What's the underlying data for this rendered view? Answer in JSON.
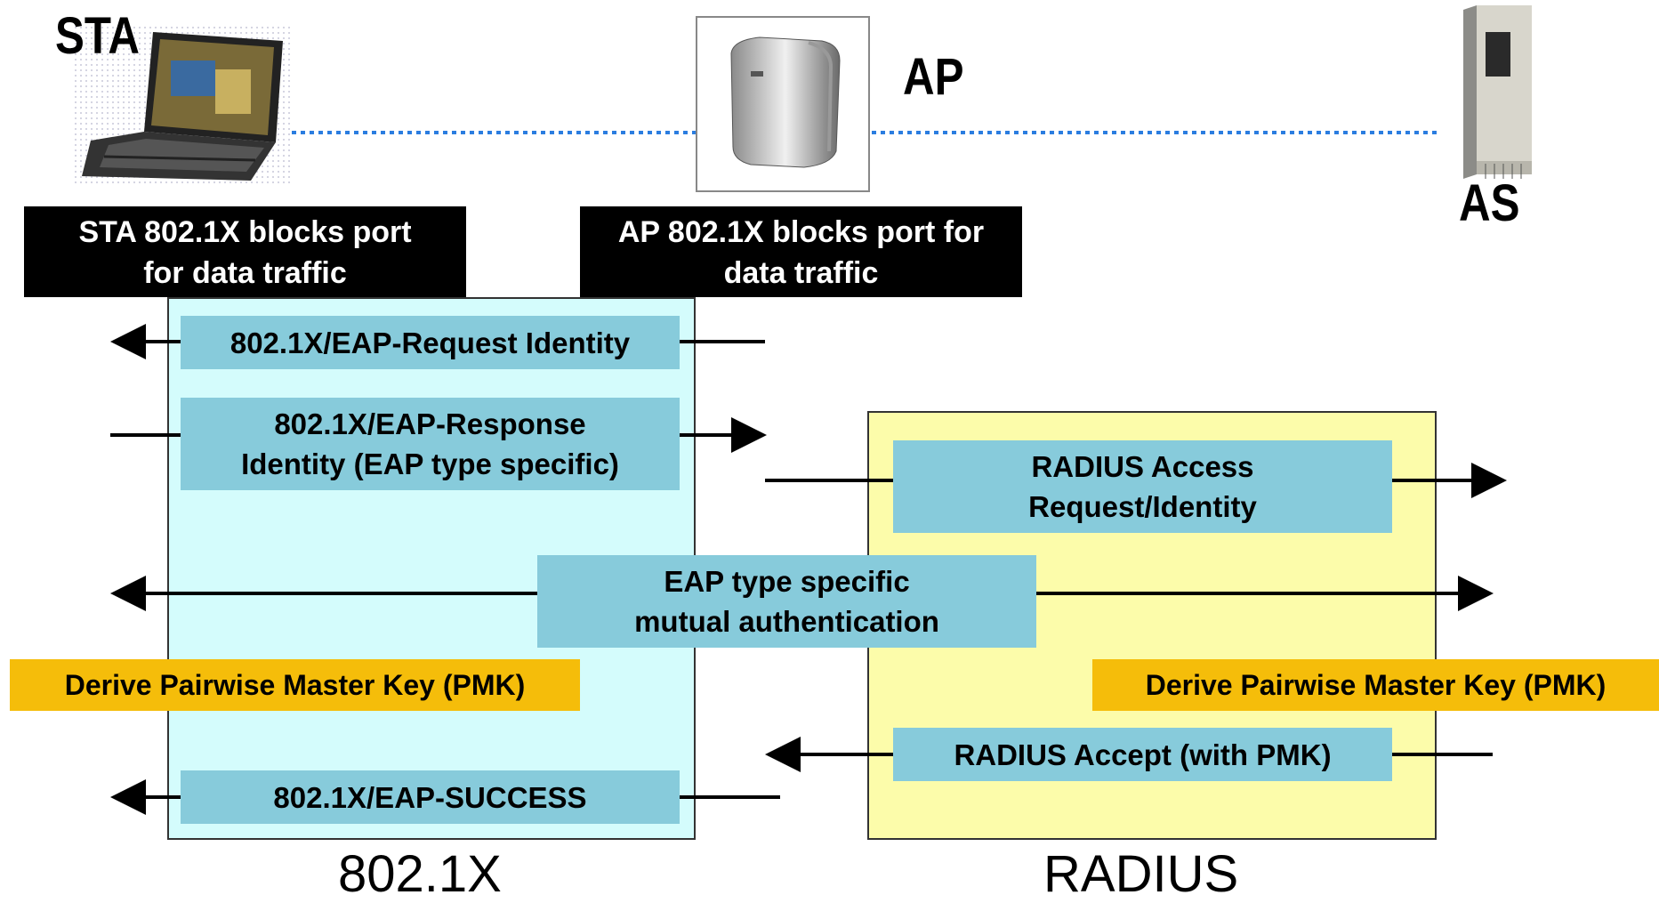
{
  "nodes": {
    "sta": "STA",
    "ap": "AP",
    "as": "AS"
  },
  "port_blocks": {
    "sta": [
      "STA 802.1X blocks port",
      "for data traffic"
    ],
    "ap": [
      "AP 802.1X blocks port for",
      "data traffic"
    ]
  },
  "messages": {
    "request_identity": "802.1X/EAP-Request Identity",
    "response_identity": [
      "802.1X/EAP-Response",
      "Identity (EAP type specific)"
    ],
    "radius_access": [
      "RADIUS Access",
      "Request/Identity"
    ],
    "mutual_auth": [
      "EAP type specific",
      "mutual authentication"
    ],
    "derive_pmk_sta": "Derive Pairwise Master Key (PMK)",
    "derive_pmk_as": "Derive Pairwise Master Key (PMK)",
    "radius_accept": "RADIUS Accept (with PMK)",
    "eap_success": "802.1X/EAP-SUCCESS"
  },
  "protocols": {
    "left": "802.1X",
    "right": "RADIUS"
  },
  "colors": {
    "region_8021x": "#d4fcfc",
    "region_radius": "#fcfcaa",
    "message_box": "#87cbdb",
    "pmk_box": "#f5bd0a",
    "link_line": "#2b7de0"
  },
  "icons": [
    "laptop-icon",
    "access-point-icon",
    "server-icon"
  ]
}
